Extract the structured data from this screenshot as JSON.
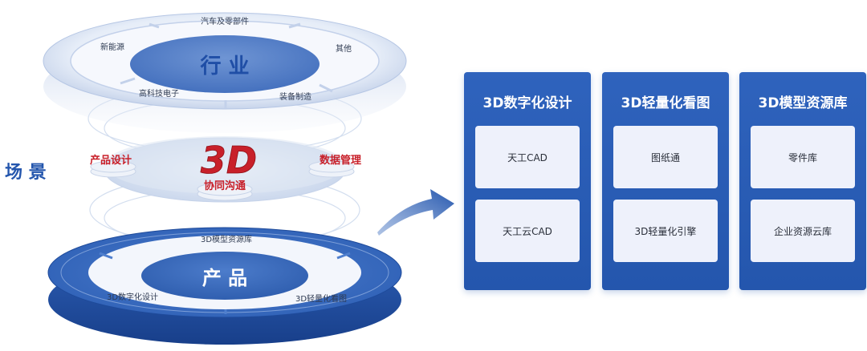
{
  "scene_label": "场 景",
  "industry": {
    "center": "行 业",
    "segments": [
      "汽车及零部件",
      "其他",
      "装备制造",
      "高科技电子",
      "新能源"
    ]
  },
  "middle": {
    "logo": "3D",
    "left_label": "产品设计",
    "right_label": "数据管理",
    "bottom_label": "协同沟通"
  },
  "product": {
    "center": "产 品",
    "segments": [
      "3D模型资源库",
      "3D轻量化看图",
      "3D数字化设计"
    ]
  },
  "cards": [
    {
      "title": "3D数字化设计",
      "items": [
        "天工CAD",
        "天工云CAD"
      ]
    },
    {
      "title": "3D轻量化看图",
      "items": [
        "图纸通",
        "3D轻量化引擎"
      ]
    },
    {
      "title": "3D模型资源库",
      "items": [
        "零件库",
        "企业资源云库"
      ]
    }
  ],
  "colors": {
    "primary": "#2456ad",
    "accent_red": "#c8202a",
    "item_bg": "#eef1fb",
    "text_dark": "#2a2f3a"
  }
}
